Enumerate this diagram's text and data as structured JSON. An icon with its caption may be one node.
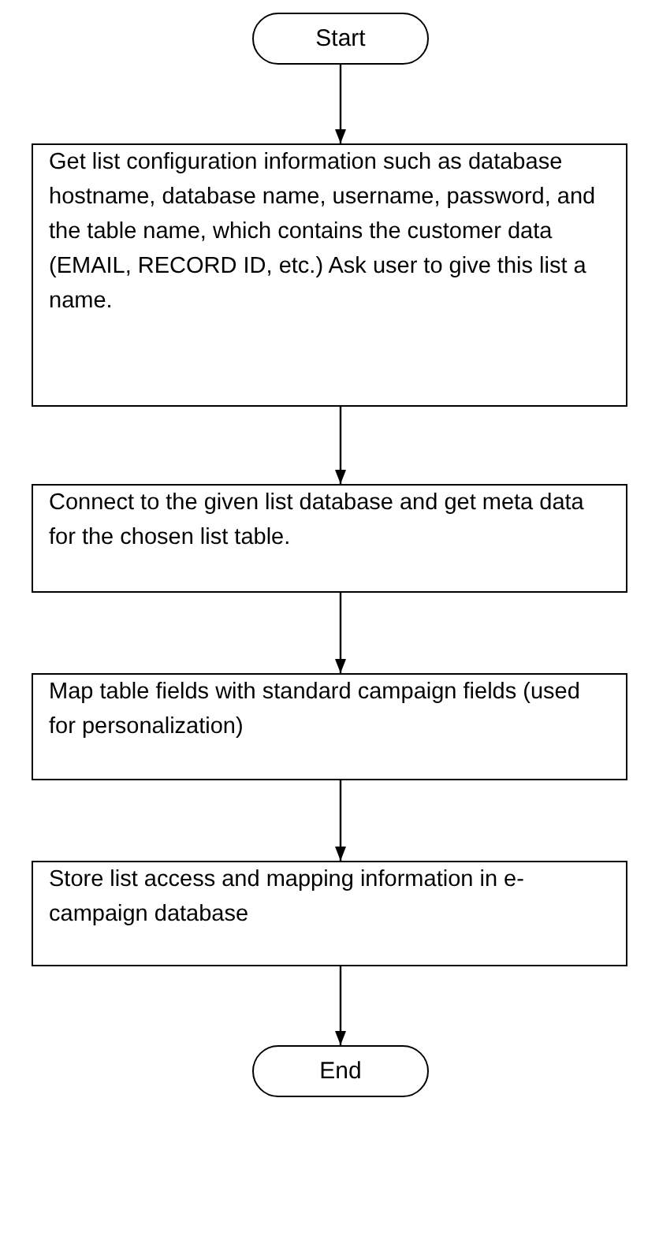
{
  "diagram": {
    "nodes": [
      {
        "text": [
          "Start"
        ]
      },
      {
        "text": [
          "Get list configuration information such as database hostname, database name, username, password, and the table name, which contains the customer data (EMAIL, RECORD ID, etc.) Ask user to give this list a name."
        ]
      },
      {
        "text": [
          "Connect to the given list database and get meta data for the chosen list table."
        ]
      },
      {
        "text": [
          "Map table fields with standard campaign fields (used for personalization)"
        ]
      },
      {
        "text": [
          "Store list access and mapping information in e-campaign database"
        ]
      },
      {
        "text": [
          "End"
        ]
      }
    ],
    "edges": [
      {
        "from": 0,
        "to": 1,
        "arrow": "to"
      },
      {
        "from": 1,
        "to": 2,
        "arrow": "to"
      },
      {
        "from": 2,
        "to": 3,
        "arrow": "to"
      },
      {
        "from": 3,
        "to": 4,
        "arrow": "to"
      },
      {
        "from": 4,
        "to": 5,
        "arrow": "to"
      }
    ]
  }
}
